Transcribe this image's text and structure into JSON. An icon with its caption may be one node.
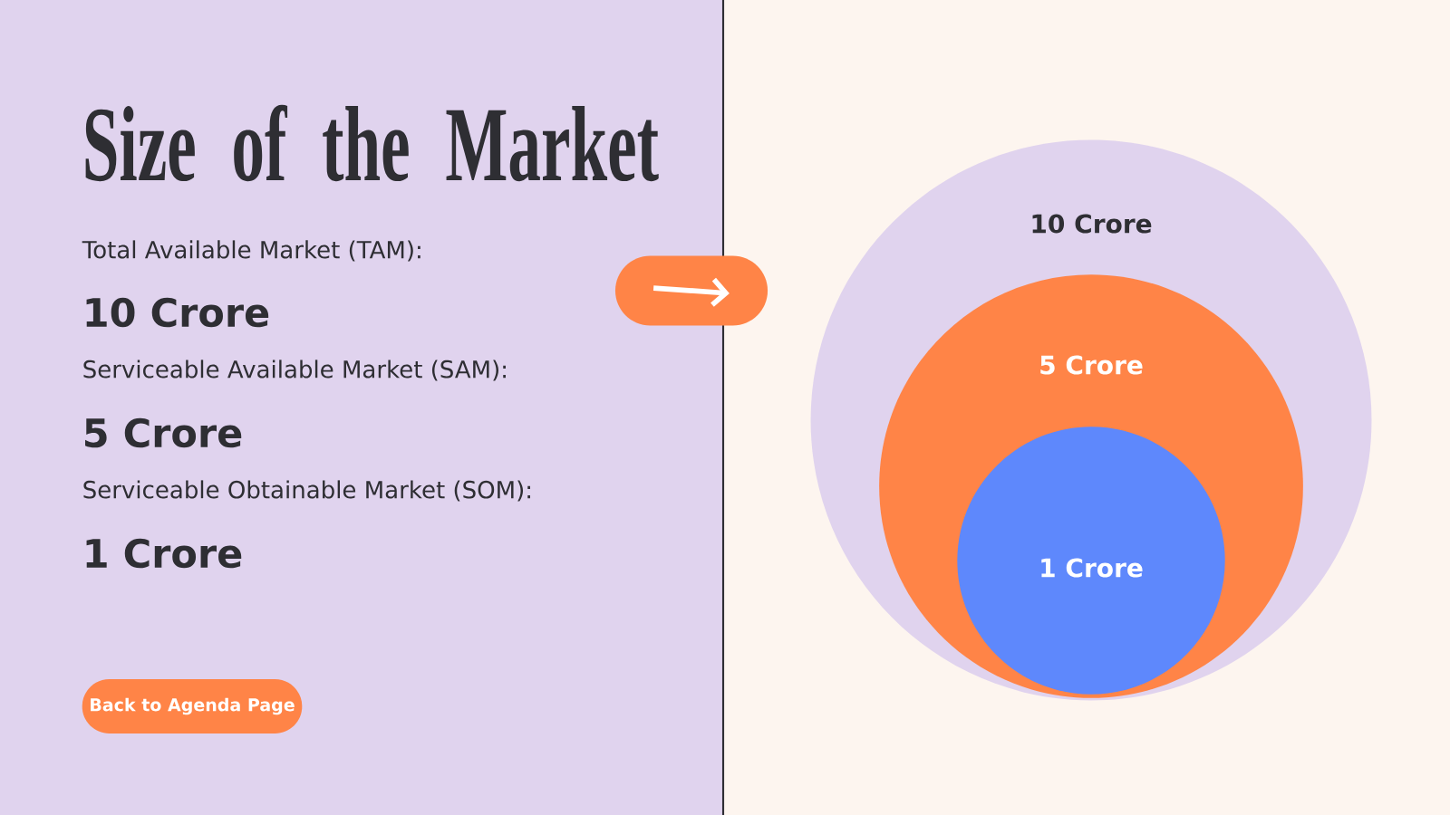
{
  "diagram": {
    "title": "Size of the Market",
    "nodes": [
      {
        "text": [
          "10 Crore"
        ]
      },
      {
        "text": [
          "5 Crore"
        ],
        "in": 0
      },
      {
        "text": [
          "1 Crore"
        ],
        "in": 1
      },
      {
        "text": [
          "Back to Agenda Page"
        ]
      }
    ],
    "edges": [],
    "labels": [
      "Total Available Market (TAM):",
      "10 Crore",
      "Serviceable Available Market (SAM):",
      "5 Crore",
      "Serviceable Obtainable Market (SOM):",
      "1 Crore"
    ]
  }
}
